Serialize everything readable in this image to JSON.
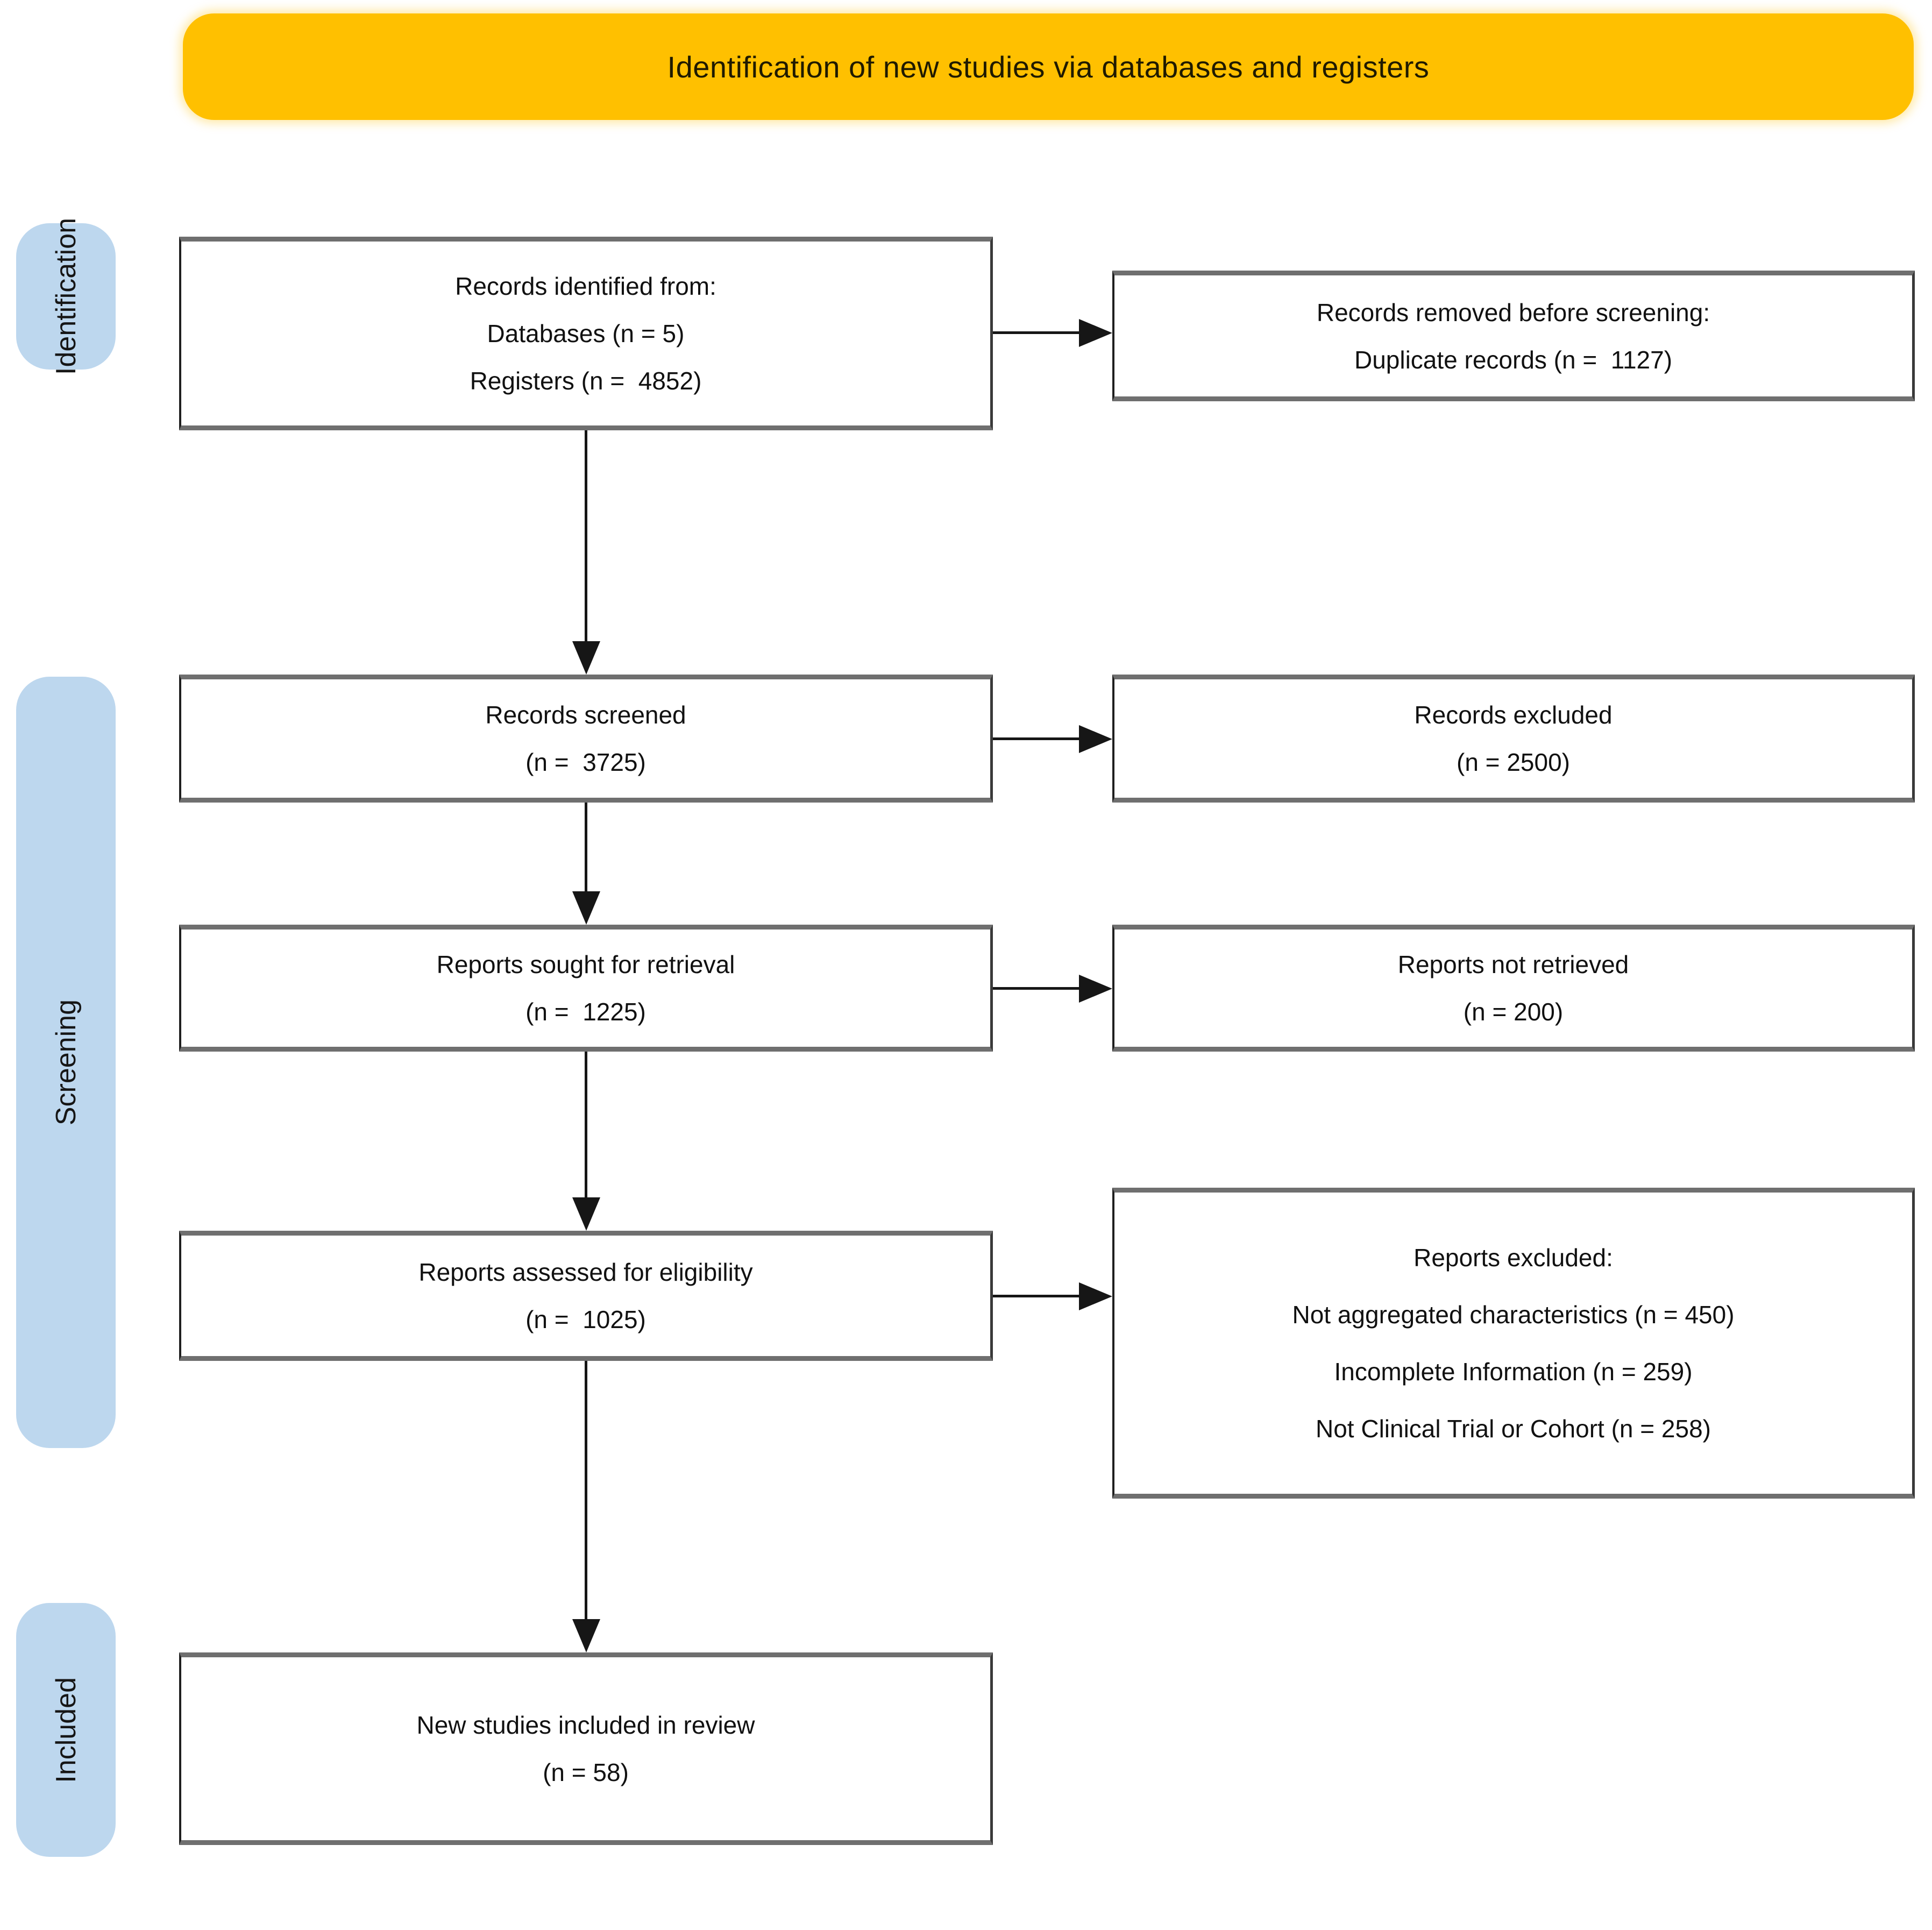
{
  "banner": {
    "label": "Identification of new studies via databases and registers"
  },
  "stages": [
    {
      "label": "Identification"
    },
    {
      "label": "Screening"
    },
    {
      "label": "Included"
    }
  ],
  "boxes": {
    "records_identified": {
      "lines": [
        "Records identified from:",
        "Databases (n = 5)",
        "Registers (n =  4852)"
      ]
    },
    "records_removed": {
      "lines": [
        "Records removed before screening:",
        "Duplicate records (n =  1127)"
      ]
    },
    "records_screened": {
      "lines": [
        "Records screened",
        "(n =  3725)"
      ]
    },
    "records_excluded": {
      "lines": [
        "Records excluded",
        "(n = 2500)"
      ]
    },
    "reports_sought": {
      "lines": [
        "Reports sought for retrieval",
        "(n =  1225)"
      ]
    },
    "reports_not_retrieved": {
      "lines": [
        "Reports not retrieved",
        "(n = 200)"
      ]
    },
    "reports_assessed": {
      "lines": [
        "Reports assessed for eligibility",
        "(n =  1025)"
      ]
    },
    "reports_excluded": {
      "lines": [
        "Reports excluded:",
        "Not aggregated characteristics (n = 450)",
        "Incomplete Information (n = 259)",
        "Not Clinical Trial or Cohort (n = 258)"
      ]
    },
    "new_studies": {
      "lines": [
        "New studies included in review",
        "(n = 58)"
      ]
    }
  },
  "colors": {
    "banner_bg": "#FFC000",
    "stage_bg": "#BDD7EE",
    "box_border": "#1f1f1f",
    "arrow": "#161616",
    "text": "#111111"
  }
}
